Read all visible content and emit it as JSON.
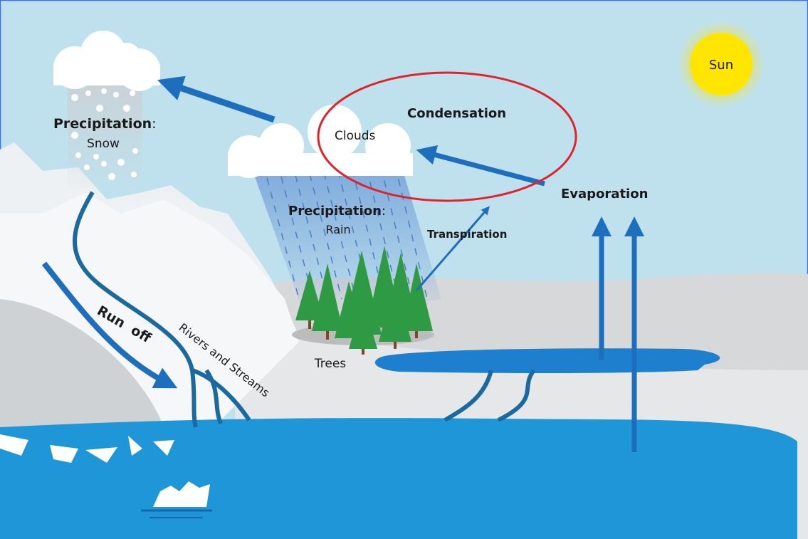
{
  "title": "Water cycle",
  "labels": {
    "sun": "Sun",
    "condensation": "Condensation",
    "clouds": "Clouds",
    "evaporation": "Evaporation",
    "transpiration": "Transpiration",
    "precip_snow_title": "Precipitation",
    "precip_snow_colon": ":",
    "precip_snow_type": "Snow",
    "precip_rain_title": "Precipitation",
    "precip_rain_colon": ":",
    "precip_rain_type": "Rain",
    "trees": "Trees",
    "run_off": "Run  off",
    "rivers": "Rivers and Streams"
  },
  "colors": {
    "sky": "#bfe1ee",
    "sea": "#1f96d8",
    "arrow": "#1d6fbe",
    "sun": "#ffe500",
    "highlight": "#e0232b"
  }
}
